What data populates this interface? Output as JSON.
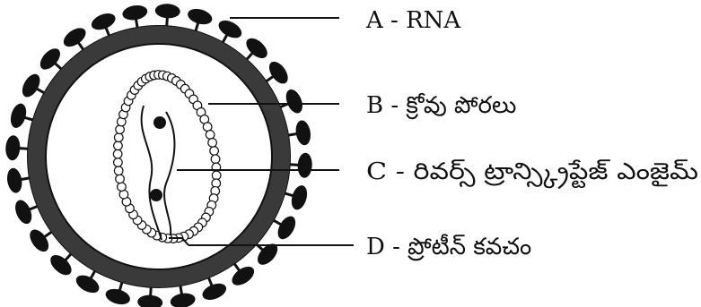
{
  "labels": [
    {
      "id": "A",
      "text": "A - RNA"
    },
    {
      "id": "B",
      "text": "B - క్రోవు పోరలు"
    },
    {
      "id": "C",
      "text": "C - రివర్స్ ట్రాన్స్క్రిప్టేజ్ ఎంజైమ్"
    },
    {
      "id": "D",
      "text": "D - ప్రోటీన్ కవచం"
    }
  ],
  "colors": {
    "outline": "#111111",
    "envelope": "#3a3a3a",
    "spike": "#111111",
    "background": "#ffffff"
  }
}
